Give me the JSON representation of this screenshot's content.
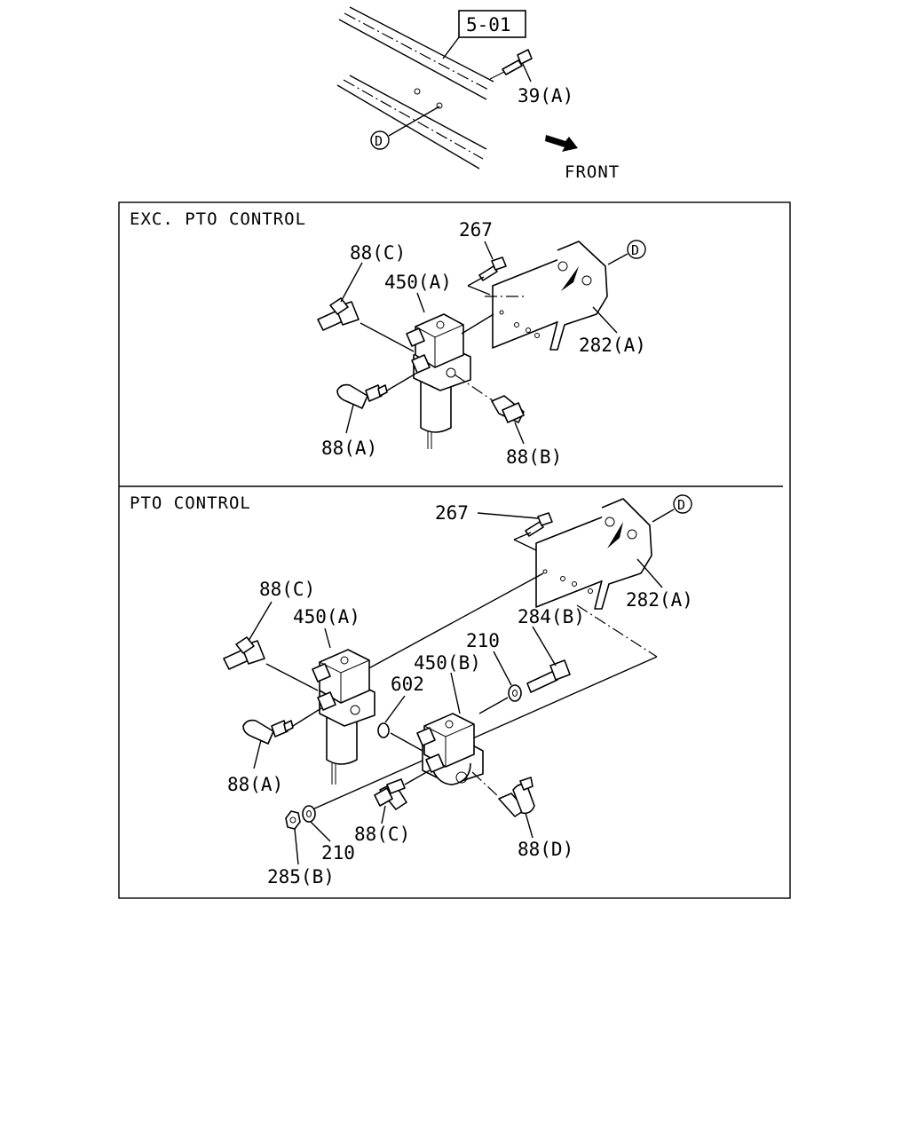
{
  "header": {
    "ref_box": "5-01",
    "bolt_label": "39(A)",
    "hole_marker": "D",
    "front_label": "FRONT"
  },
  "sections": [
    {
      "title": "EXC. PTO CONTROL",
      "labels": {
        "bolt": "267",
        "fitting_c": "88(C)",
        "valve_a": "450(A)",
        "marker": "D",
        "bracket": "282(A)",
        "fitting_a": "88(A)",
        "fitting_b": "88(B)"
      }
    },
    {
      "title": "PTO CONTROL",
      "labels": {
        "bolt": "267",
        "marker": "D",
        "bracket": "282(A)",
        "fitting_c_top": "88(C)",
        "valve_a": "450(A)",
        "bolt_b": "284(B)",
        "washer_top": "210",
        "valve_b": "450(B)",
        "oring": "602",
        "fitting_a": "88(A)",
        "fitting_c_bottom": "88(C)",
        "fitting_d": "88(D)",
        "washer_bottom": "210",
        "nut": "285(B)"
      }
    }
  ]
}
